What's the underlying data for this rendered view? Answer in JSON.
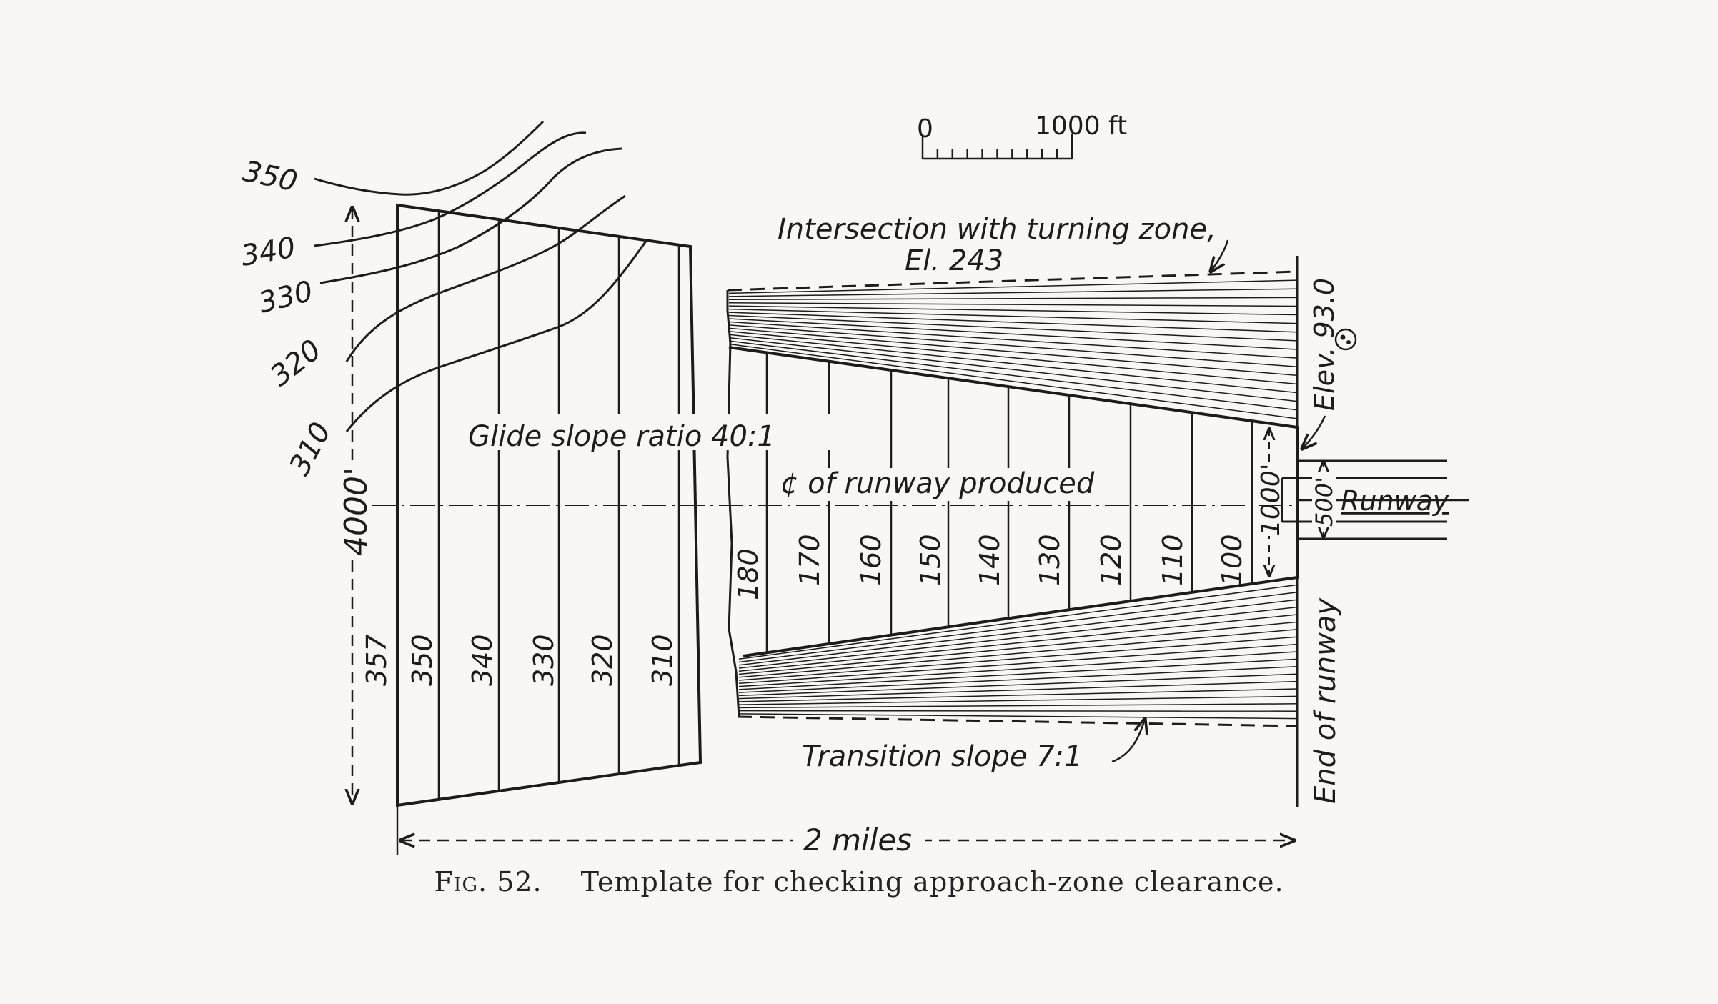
{
  "scale_bar": {
    "zero_label": "0",
    "end_label": "1000 ft"
  },
  "contours": {
    "labels": [
      "350",
      "340",
      "330",
      "320",
      "310"
    ]
  },
  "left_template": {
    "width_label": "4000'",
    "edge_label": "357",
    "strip_labels": [
      "350",
      "340",
      "330",
      "320",
      "310"
    ]
  },
  "right_template": {
    "strip_labels": [
      "180",
      "170",
      "160",
      "150",
      "140",
      "130",
      "120",
      "110",
      "100"
    ],
    "inner_width_label": "1000'"
  },
  "annotations": {
    "intersection_line1": "Intersection with turning zone,",
    "intersection_line2": "El. 243",
    "glide_slope": "Glide slope ratio 40:1",
    "centerline": "¢ of runway produced",
    "transition_slope": "Transition slope 7:1",
    "length": "2 miles",
    "elevation": "Elev. 93.0",
    "runway_width": "500'",
    "runway": "Runway",
    "end_of_runway": "End of runway"
  },
  "caption": {
    "figure_number": "Fig. 52.",
    "text": "Template for checking approach-zone clearance."
  }
}
